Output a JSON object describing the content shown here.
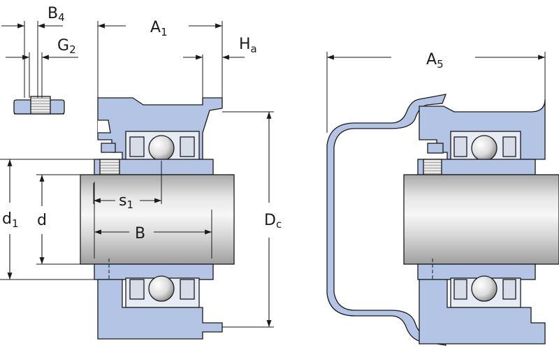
{
  "labels": {
    "B4": {
      "main": "B",
      "sub": "4"
    },
    "G2": {
      "main": "G",
      "sub": "2"
    },
    "A1": {
      "main": "A",
      "sub": "1"
    },
    "Ha": {
      "main": "H",
      "sub": "a"
    },
    "A5": {
      "main": "A",
      "sub": "5"
    },
    "s1": {
      "main": "s",
      "sub": "1"
    },
    "d1": {
      "main": "d",
      "sub": "1"
    },
    "d": {
      "main": "d"
    },
    "Dc": {
      "main": "D",
      "sub": "c"
    },
    "B": {
      "main": "B"
    }
  },
  "colors": {
    "housing": "#b3c4e4",
    "shaft_light": "#f4f4f4",
    "shaft_mid": "#cfcfcf",
    "shaft_dark": "#a8a8a8",
    "ball_light": "#ffffff",
    "ball_dark": "#9a9a9a",
    "line": "#1a1a1a"
  }
}
